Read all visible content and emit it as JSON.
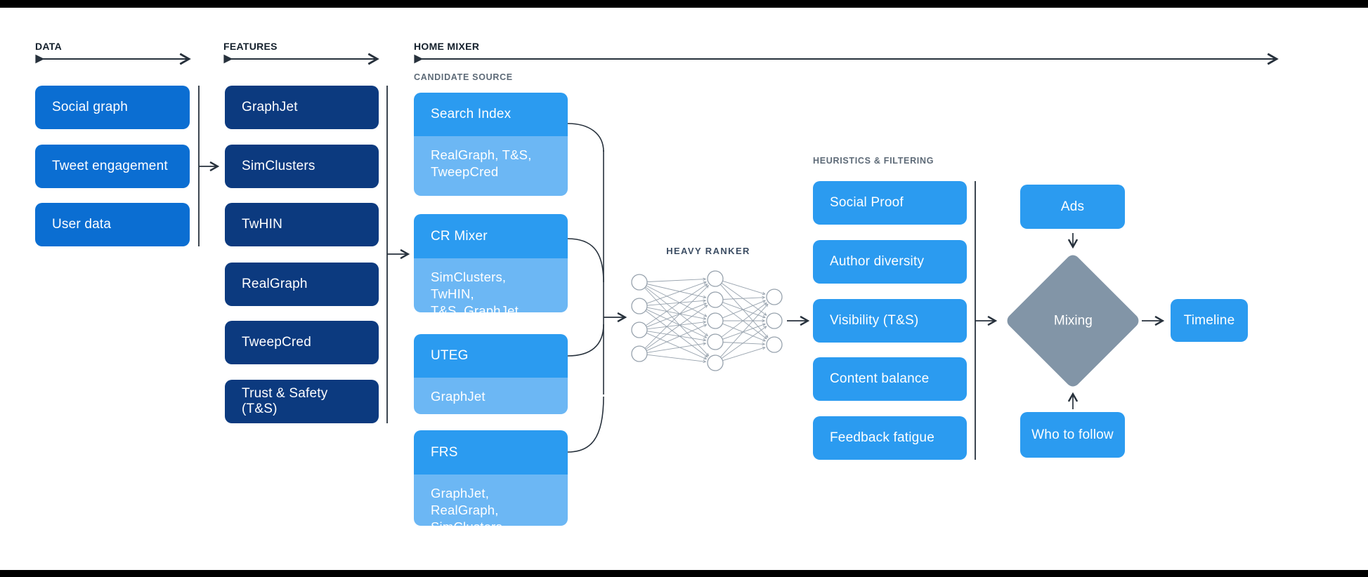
{
  "colors": {
    "data_box": "#0b6ed2",
    "feature_box": "#0c3a7f",
    "primary_box": "#2b9bf0",
    "sub_box": "#6cb7f4",
    "diamond": "#8295a7",
    "connector": "#27313c",
    "network": "#97a2ad"
  },
  "sections": {
    "data": {
      "label": "DATA",
      "items": [
        {
          "label": "Social graph"
        },
        {
          "label": "Tweet engagement"
        },
        {
          "label": "User data"
        }
      ]
    },
    "features": {
      "label": "FEATURES",
      "items": [
        {
          "label": "GraphJet"
        },
        {
          "label": "SimClusters"
        },
        {
          "label": "TwHIN"
        },
        {
          "label": "RealGraph"
        },
        {
          "label": "TweepCred"
        },
        {
          "label": "Trust & Safety (T&S)"
        }
      ]
    },
    "home_mixer": {
      "label": "HOME MIXER",
      "candidate_source": {
        "label": "CANDIDATE SOURCE",
        "items": [
          {
            "title": "Search Index",
            "uses": "RealGraph, T&S,\nTweepCred"
          },
          {
            "title": "CR Mixer",
            "uses": "SimClusters, TwHIN,\nT&S, GraphJet"
          },
          {
            "title": "UTEG",
            "uses": "GraphJet"
          },
          {
            "title": "FRS",
            "uses": "GraphJet, RealGraph,\nSimClusters"
          }
        ]
      },
      "heavy_ranker": {
        "label": "HEAVY RANKER",
        "network_layers": [
          4,
          5,
          3
        ]
      },
      "heuristics": {
        "label": "HEURISTICS & FILTERING",
        "items": [
          {
            "label": "Social Proof"
          },
          {
            "label": "Author diversity"
          },
          {
            "label": "Visibility (T&S)"
          },
          {
            "label": "Content balance"
          },
          {
            "label": "Feedback fatigue"
          }
        ]
      },
      "mixing": {
        "ads": "Ads",
        "diamond": "Mixing",
        "who_to_follow": "Who to follow",
        "timeline": "Timeline"
      }
    }
  }
}
